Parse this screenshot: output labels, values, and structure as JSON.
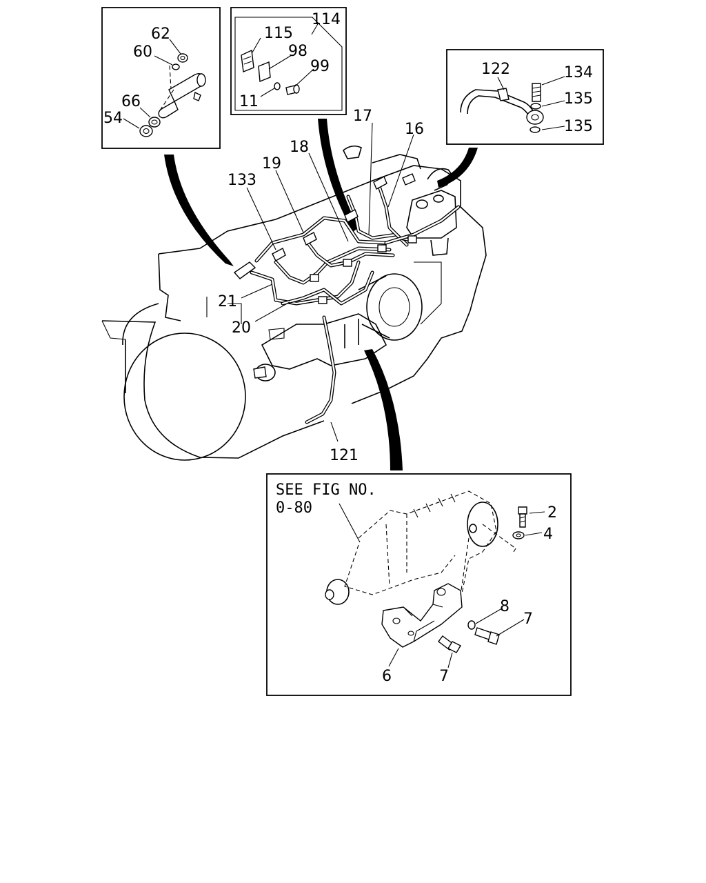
{
  "callouts": {
    "c62": "62",
    "c60": "60",
    "c66": "66",
    "c54": "54",
    "c114": "114",
    "c115": "115",
    "c98": "98",
    "c99": "99",
    "c11": "11",
    "c122": "122",
    "c134": "134",
    "c135a": "135",
    "c135b": "135",
    "c17": "17",
    "c16": "16",
    "c18": "18",
    "c19": "19",
    "c133": "133",
    "c21": "21",
    "c20": "20",
    "c121": "121",
    "c2": "2",
    "c4": "4",
    "c8": "8",
    "c7a": "7",
    "c7b": "7",
    "c6": "6"
  },
  "reference_note": {
    "line1": "SEE FIG NO.",
    "line2": "0-80"
  },
  "icons": [
    "injector-detail",
    "clip-detail",
    "hose-detail",
    "engine-assembly",
    "pump-bracket-detail"
  ]
}
